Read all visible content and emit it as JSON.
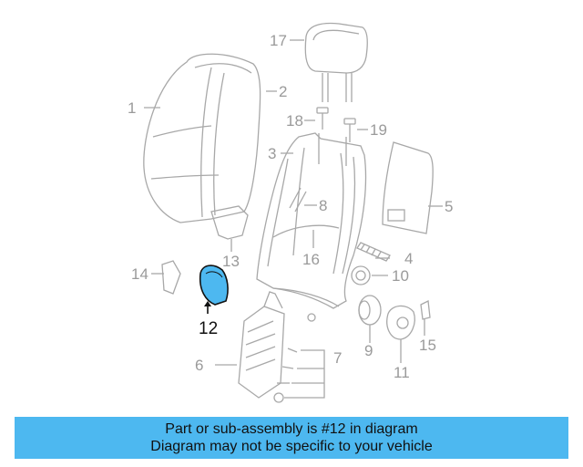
{
  "callouts": [
    {
      "id": "1",
      "text": "1"
    },
    {
      "id": "2",
      "text": "2"
    },
    {
      "id": "3",
      "text": "3"
    },
    {
      "id": "4",
      "text": "4"
    },
    {
      "id": "5",
      "text": "5"
    },
    {
      "id": "6",
      "text": "6"
    },
    {
      "id": "7",
      "text": "7"
    },
    {
      "id": "8",
      "text": "8"
    },
    {
      "id": "9",
      "text": "9"
    },
    {
      "id": "10",
      "text": "10"
    },
    {
      "id": "11",
      "text": "11"
    },
    {
      "id": "12",
      "text": "12"
    },
    {
      "id": "13",
      "text": "13"
    },
    {
      "id": "14",
      "text": "14"
    },
    {
      "id": "15",
      "text": "15"
    },
    {
      "id": "16",
      "text": "16"
    },
    {
      "id": "17",
      "text": "17"
    },
    {
      "id": "18",
      "text": "18"
    },
    {
      "id": "19",
      "text": "19"
    }
  ],
  "highlight": {
    "part": "12",
    "color": "#4db8f0"
  },
  "banner": {
    "line1": "Part or sub-assembly is #12 in diagram",
    "line2": "Diagram may not be specific to your vehicle"
  }
}
